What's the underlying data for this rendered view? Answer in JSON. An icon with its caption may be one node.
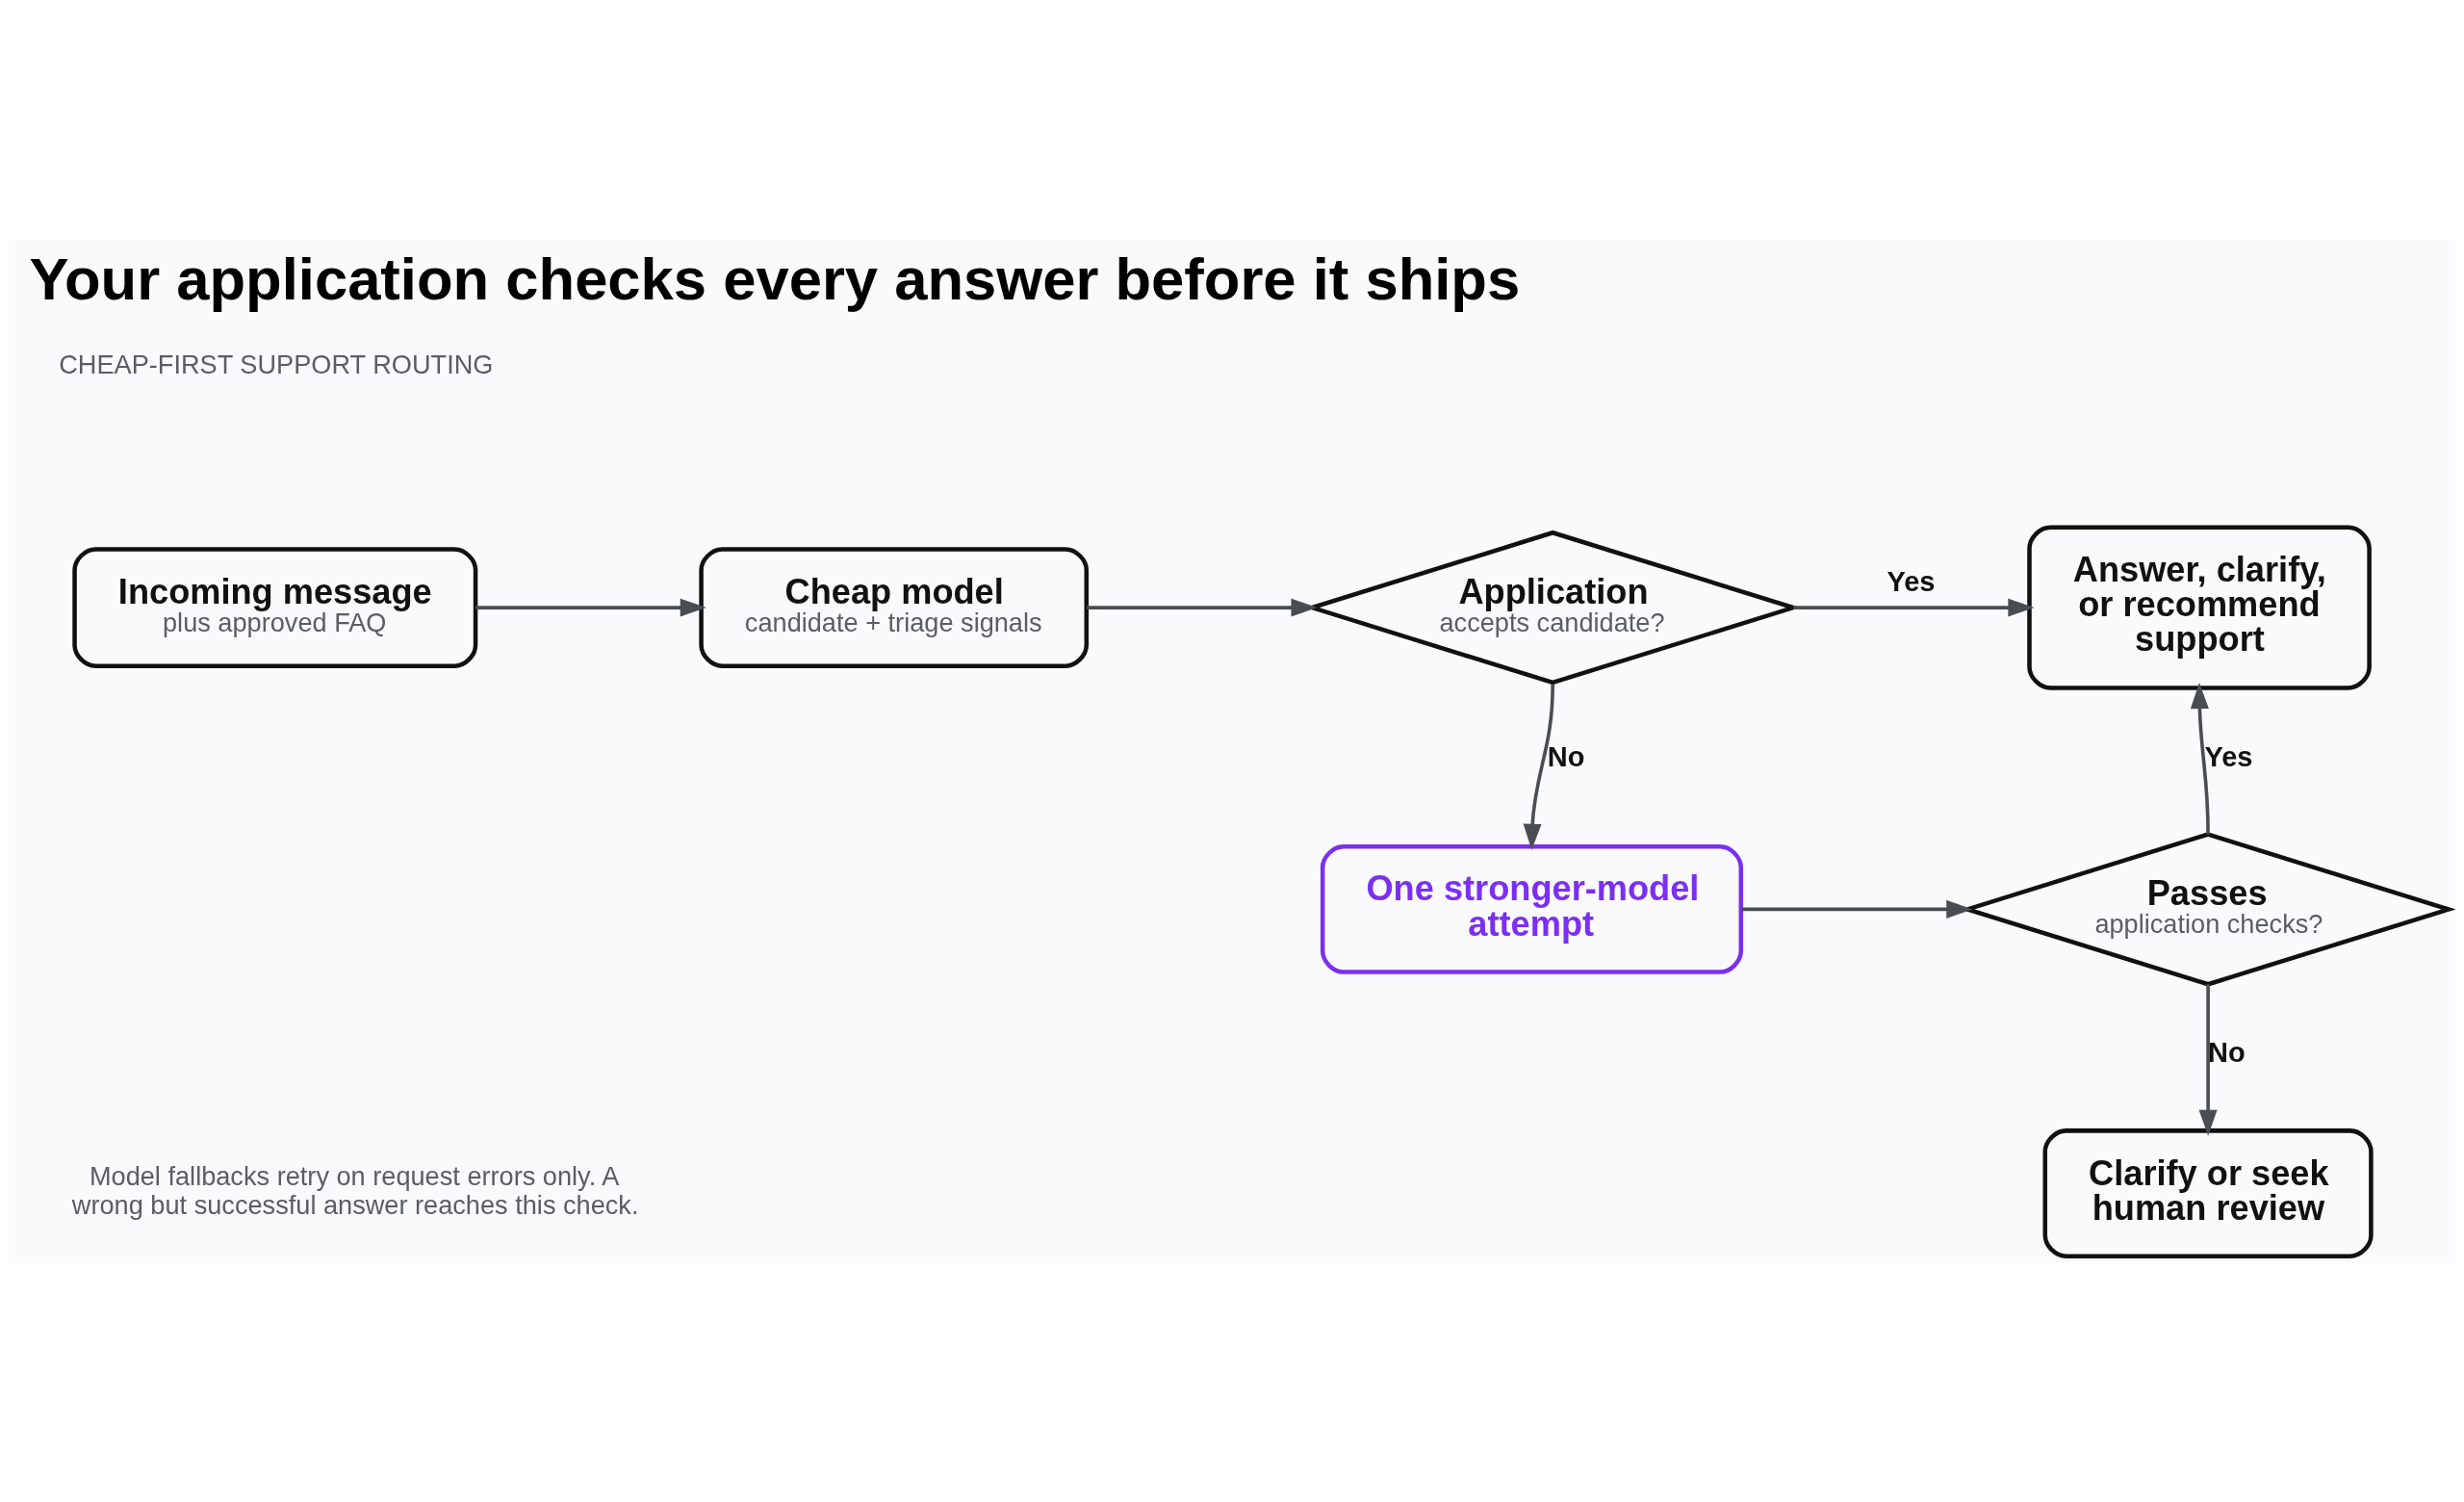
{
  "diagram": {
    "title": "Your application checks every answer before it ships",
    "nodes": [
      {
        "text": [
          "Incoming message",
          "plus approved FAQ"
        ]
      },
      {
        "text": [
          "Cheap model",
          "candidate + triage signals"
        ]
      },
      {
        "text": [
          "Application",
          "accepts candidate?"
        ]
      },
      {
        "text": [
          "Answer, clarify, or recommend support"
        ]
      },
      {
        "text": [
          "One stronger-model attempt"
        ]
      },
      {
        "text": [
          "Passes",
          "application checks?"
        ]
      },
      {
        "text": [
          "Clarify or seek human review"
        ]
      }
    ],
    "edges": [
      {
        "from": 0,
        "to": 1,
        "arrow": "to"
      },
      {
        "from": 1,
        "to": 2,
        "arrow": "to"
      },
      {
        "from": 2,
        "to": 3,
        "arrow": "to",
        "label": "Yes"
      },
      {
        "from": 2,
        "to": 4,
        "arrow": "to",
        "label": "No"
      },
      {
        "from": 4,
        "to": 5,
        "arrow": "to"
      },
      {
        "from": 5,
        "to": 3,
        "arrow": "to",
        "label": "Yes"
      },
      {
        "from": 5,
        "to": 6,
        "arrow": "to",
        "label": "No"
      }
    ],
    "labels": [
      "CHEAP-FIRST SUPPORT ROUTING",
      "Model fallbacks retry on request errors only. A wrong but successful answer reaches this check."
    ]
  }
}
